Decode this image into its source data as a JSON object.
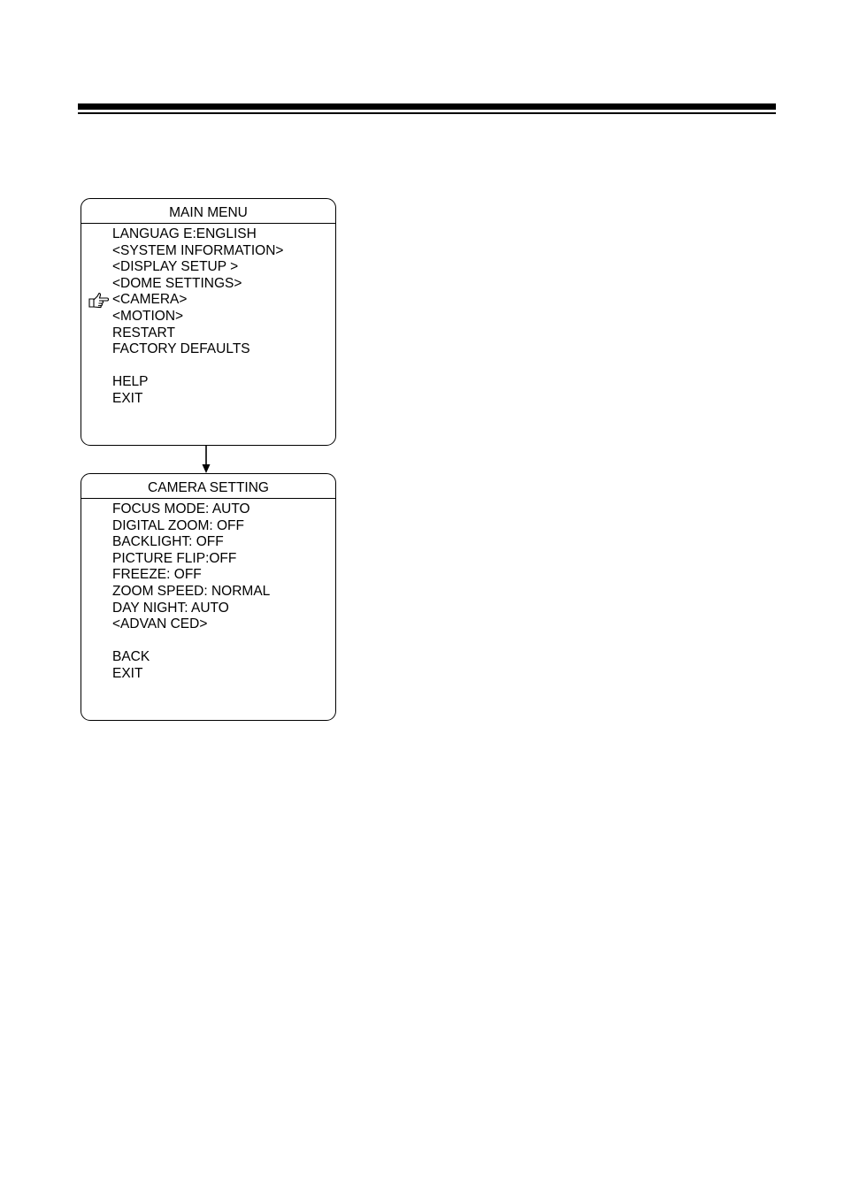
{
  "main_menu": {
    "title": "MAIN MENU",
    "items": [
      "LANGUAG E:ENGLISH",
      "<SYSTEM INFORMATION>",
      "<DISPLAY SETUP >",
      "<DOME SETTINGS>",
      "<CAMERA>",
      "<MOTION>",
      "RESTART",
      "FACTORY DEFAULTS",
      "",
      "HELP",
      "EXIT"
    ],
    "pointer_icon": "pointing-hand-icon"
  },
  "camera_menu": {
    "title": "CAMERA SETTING",
    "items": [
      "FOCUS MODE: AUTO",
      "DIGITAL ZOOM: OFF",
      "BACKLIGHT: OFF",
      "PICTURE FLIP:OFF",
      "FREEZE: OFF",
      "ZOOM SPEED: NORMAL",
      "DAY NIGHT: AUTO",
      "<ADVAN CED>",
      "",
      "BACK",
      "EXIT"
    ]
  },
  "flow_icon": "arrow-down-icon"
}
